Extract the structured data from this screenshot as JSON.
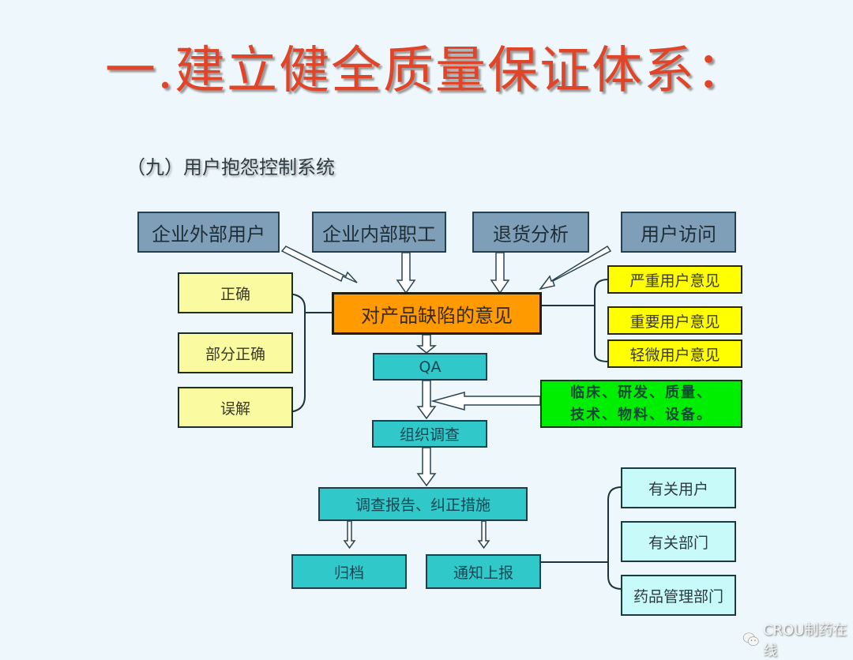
{
  "title": "一.建立健全质量保证体系：",
  "subtitle": "（九）用户抱怨控制系统",
  "sources": [
    "企业外部用户",
    "企业内部职工",
    "退货分析",
    "用户访问"
  ],
  "center": "对产品缺陷的意见",
  "classification": [
    "正确",
    "部分正确",
    "误解"
  ],
  "severity": [
    "严重用户意见",
    "重要用户意见",
    "轻微用户意见"
  ],
  "qa": "QA",
  "departments": {
    "line1": "临床、研发、质量、",
    "line2": "技术、物料、设备。"
  },
  "investigation": "组织调查",
  "report": "调查报告、纠正措施",
  "archive": "归档",
  "notify": "通知上报",
  "recipients": [
    "有关用户",
    "有关部门",
    "药品管理部门"
  ],
  "watermark": {
    "text": "CROU制药在线",
    "icon": "wechat-icon"
  },
  "colors": {
    "title": "#e0452a",
    "source": "#7f9fb8",
    "center": "#ff9a00",
    "pale_yellow": "#fafaa0",
    "yellow": "#ffff00",
    "teal": "#30c8c8",
    "green": "#00ee00",
    "light_cyan": "#c8fafa"
  }
}
